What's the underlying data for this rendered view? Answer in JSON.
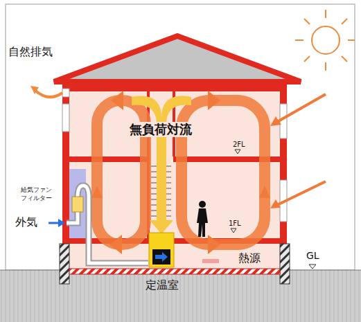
{
  "diagram": {
    "labels": [
      "自然排気",
      "無負荷対流",
      "2FL",
      "1FL",
      "給気ファン",
      "フィルター",
      "外気",
      "熱源",
      "GL",
      "定温室"
    ]
  }
}
